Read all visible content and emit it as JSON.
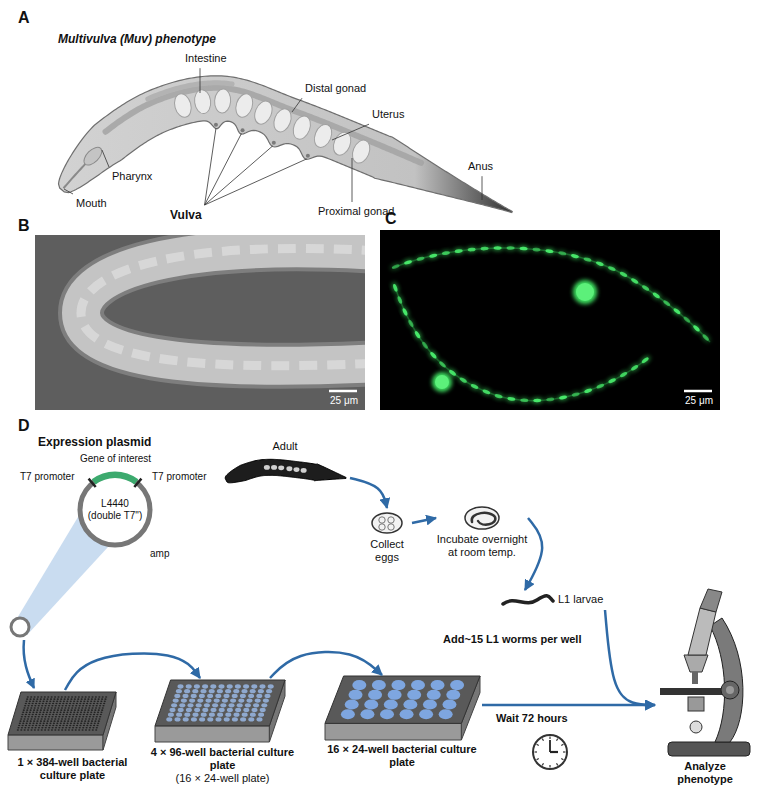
{
  "diagram": {
    "nodes": [
      {
        "text": [
          "25 μm"
        ]
      },
      {
        "text": [
          "25 μm"
        ]
      },
      {
        "text": [
          "L4440 (double T7\")"
        ]
      },
      {
        "text": [
          "Adult"
        ]
      },
      {
        "text": [
          "Collect eggs"
        ]
      },
      {
        "text": [
          "Incubate overnight at room temp."
        ]
      },
      {
        "text": [
          "L1 larvae"
        ]
      },
      {
        "text": [
          "1 × 384-well bacterial culture plate"
        ]
      },
      {
        "text": [
          "4 × 96-well bacterial culture plate",
          "(16 × 24-well plate)"
        ]
      },
      {
        "text": [
          "16 × 24-well bacterial culture plate"
        ]
      },
      {
        "text": [
          "Analyze phenotype"
        ]
      }
    ],
    "edges": [
      {
        "from": 3,
        "to": 4,
        "arrow": "to"
      },
      {
        "from": 4,
        "to": 5,
        "arrow": "to"
      },
      {
        "from": 5,
        "to": 6,
        "arrow": "to"
      },
      {
        "from": 6,
        "to": 10,
        "label": "Add~15 L1 worms per well",
        "arrow": "to"
      },
      {
        "from": 7,
        "to": 8,
        "arrow": "to"
      },
      {
        "from": 8,
        "to": 9,
        "arrow": "to"
      },
      {
        "from": 9,
        "to": 10,
        "label": "Wait 72 hours",
        "arrow": "to"
      }
    ],
    "labels": [
      "A",
      "Multivulva (Muv) phenotype",
      "Distal gonad",
      "Uterus",
      "Intestine",
      "Vulva",
      "Pharynx",
      "Mouth",
      "Anus",
      "Proximal gonad",
      "B",
      "C",
      "D",
      "Expression plasmid",
      "Gene of interest",
      "T7 promoter",
      "T7 promoter",
      "amp"
    ]
  }
}
